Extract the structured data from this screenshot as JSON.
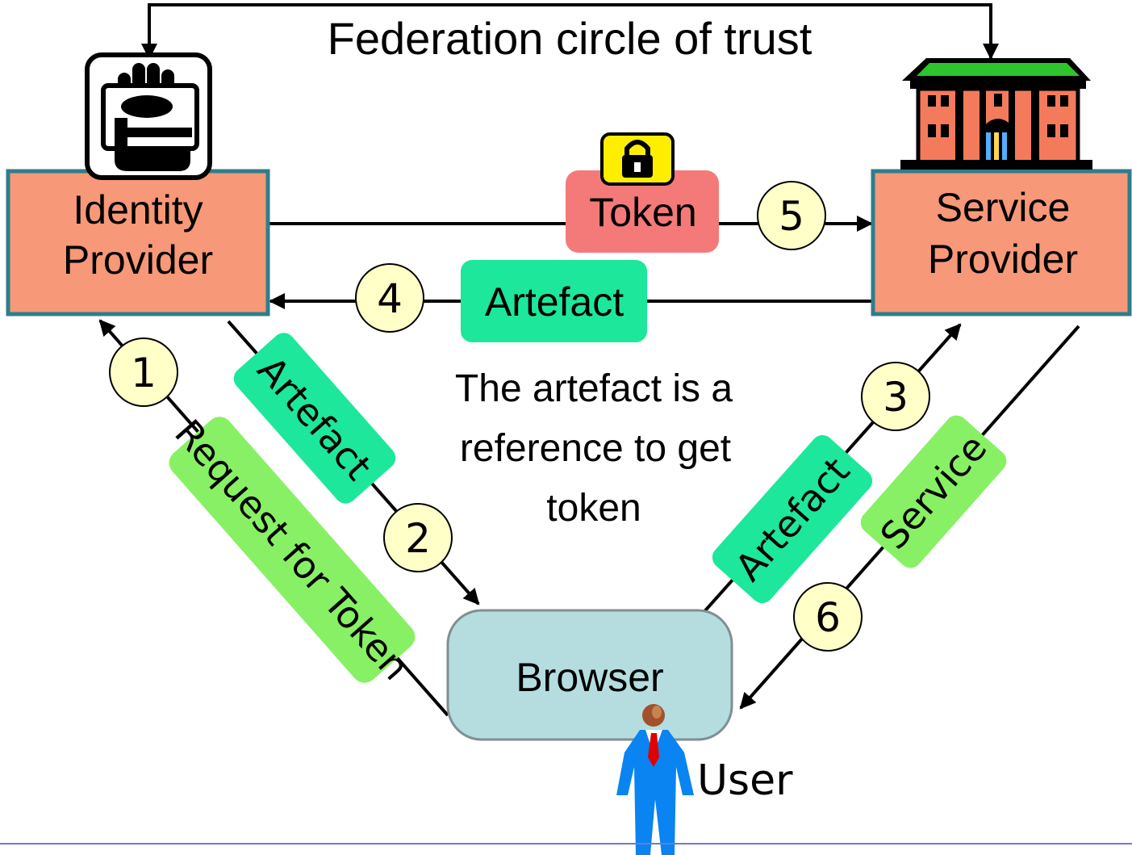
{
  "title": "Federation circle of trust",
  "identity_provider": {
    "line1": "Identity",
    "line2": "Provider"
  },
  "service_provider": {
    "line1": "Service",
    "line2": "Provider"
  },
  "browser": {
    "label": "Browser"
  },
  "user": {
    "label": "User"
  },
  "messages": {
    "token": "Token",
    "artefact_top": "Artefact",
    "artefact_left": "Artefact",
    "request_for_token": "Request for Token",
    "artefact_right": "Artefact",
    "service": "Service"
  },
  "steps": {
    "s1": "1",
    "s2": "2",
    "s3": "3",
    "s4": "4",
    "s5": "5",
    "s6": "6"
  },
  "note": {
    "line1": "The artefact is a",
    "line2": "reference to get",
    "line3": "token"
  },
  "colors": {
    "provider_fill": "#f79878",
    "provider_border": "#2e7e8a",
    "browser_fill": "#b5dde0",
    "token_fill": "#f47a7a",
    "artefact_fill": "#1de79a",
    "request_fill": "#88f065",
    "step_circle_fill": "#ffffc8",
    "lock_fill": "#ffee00",
    "user_suit": "#0a84f0"
  }
}
